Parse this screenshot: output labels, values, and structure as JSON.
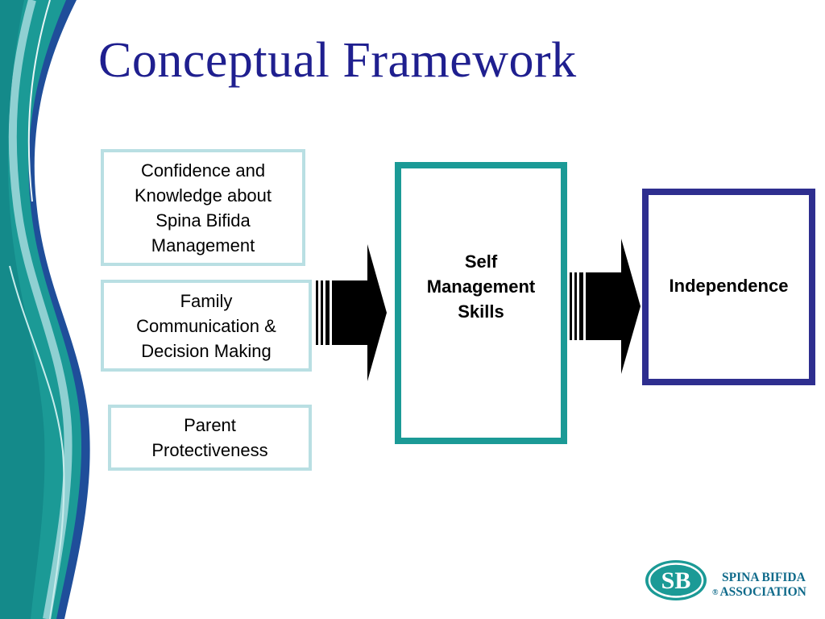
{
  "slide": {
    "title": "Conceptual Framework"
  },
  "inputs": [
    {
      "line1": "Confidence and",
      "line2": "Knowledge about",
      "line3": "Spina Bifida",
      "line4": "Management"
    },
    {
      "line1": "Family",
      "line2": "Communication &",
      "line3": "Decision Making"
    },
    {
      "line1": "Parent",
      "line2": "Protectiveness"
    }
  ],
  "middle": {
    "line1": "Self",
    "line2": "Management",
    "line3": "Skills"
  },
  "outcome": {
    "label": "Independence"
  },
  "logo": {
    "mark": "SB",
    "line1": "SPINA BIFIDA",
    "registered": "®",
    "line2": "ASSOCIATION"
  },
  "colors": {
    "title": "#1f1f8f",
    "input_border": "#b9dfe3",
    "middle_border": "#1b9a96",
    "outcome_border": "#2e2e8f",
    "wave_teal": "#1b9a96",
    "wave_blue": "#1f4e9a",
    "logo": "#0f6a8a"
  }
}
